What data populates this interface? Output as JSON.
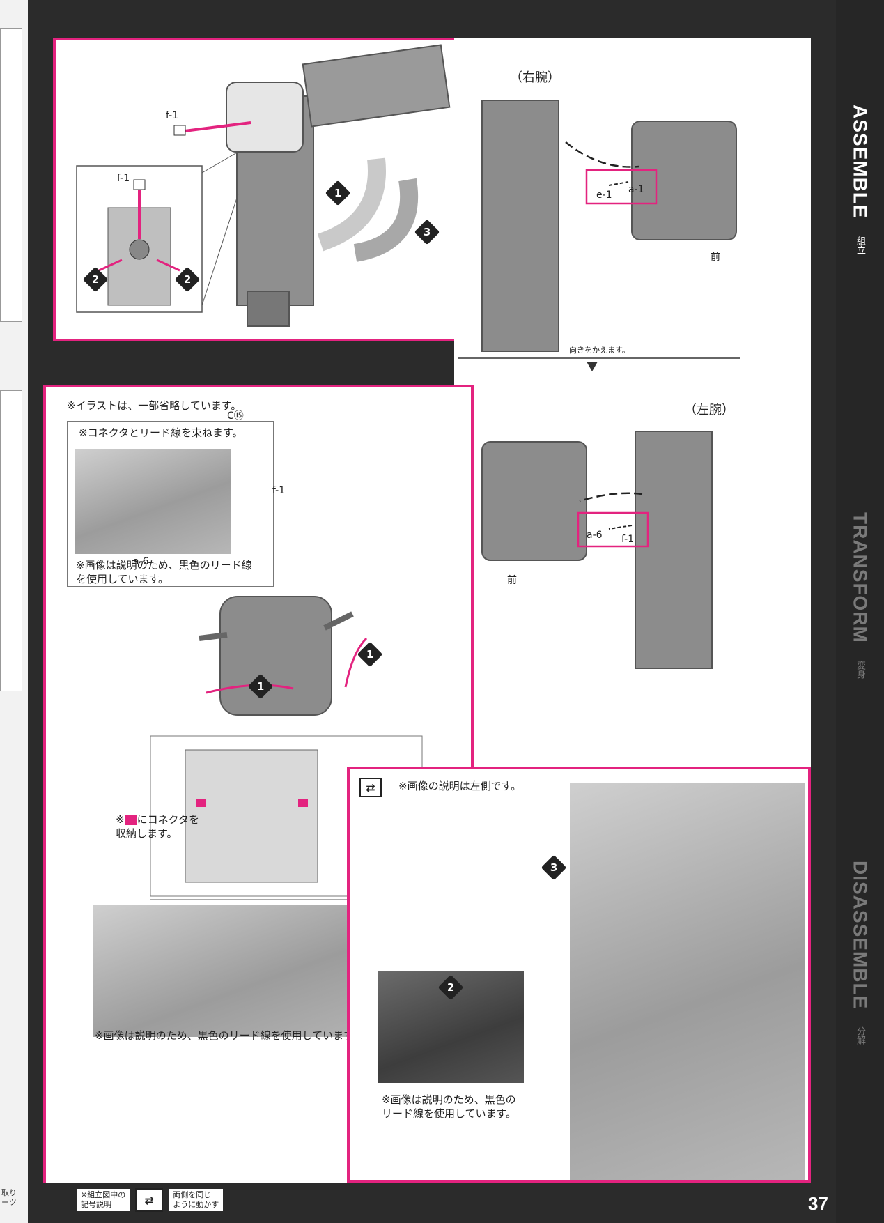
{
  "sidebar": {
    "sections": [
      {
        "title": "ASSEMBLE",
        "sub": "— 組立 —",
        "active": true
      },
      {
        "title": "TRANSFORM",
        "sub": "— 変身 —",
        "active": false
      },
      {
        "title": "DISASSEMBLE",
        "sub": "— 分解 —",
        "active": false
      }
    ]
  },
  "panel1": {
    "label_f1_top": "f-1",
    "label_f1_inset": "f-1",
    "steps": [
      "1",
      "2",
      "3"
    ]
  },
  "panel2": {
    "right_arm": "（右腕）",
    "label_e1": "e-1",
    "label_a1": "a-1",
    "front": "前",
    "turn": "向きをかえます。",
    "left_arm": "（左腕）",
    "label_a6": "a-6",
    "label_f1": "f-1",
    "front2": "前"
  },
  "panel3": {
    "note_top": "※イラストは、一部省略しています。",
    "note_bundle": "※コネクタとリード線を束ねます。",
    "label_c15": "C⑮",
    "label_f1": "f-1",
    "label_a6": "a-6",
    "note_black_1": "※画像は説明のため、黒色のリード線",
    "note_black_2": "を使用しています。",
    "note_store_1": "※",
    "note_store_2": "にコネクタを",
    "note_store_3": "収納します。",
    "note_bottom": "※画像は説明のため、黒色のリード線を使用しています。"
  },
  "panel4": {
    "note_left": "※画像の説明は左側です。",
    "note_black_1": "※画像は説明のため、黒色の",
    "note_black_2": "リード線を使用しています。"
  },
  "footer": {
    "legend_1": "※組立図中の",
    "legend_2": "記号説明",
    "icon_desc_1": "両側を同じ",
    "icon_desc_2": "ように動かす"
  },
  "left_note": {
    "line1": "取り",
    "line2": "ーツ"
  },
  "page_number": "37",
  "colors": {
    "accent": "#e3237f",
    "dark": "#2b2b2b"
  }
}
